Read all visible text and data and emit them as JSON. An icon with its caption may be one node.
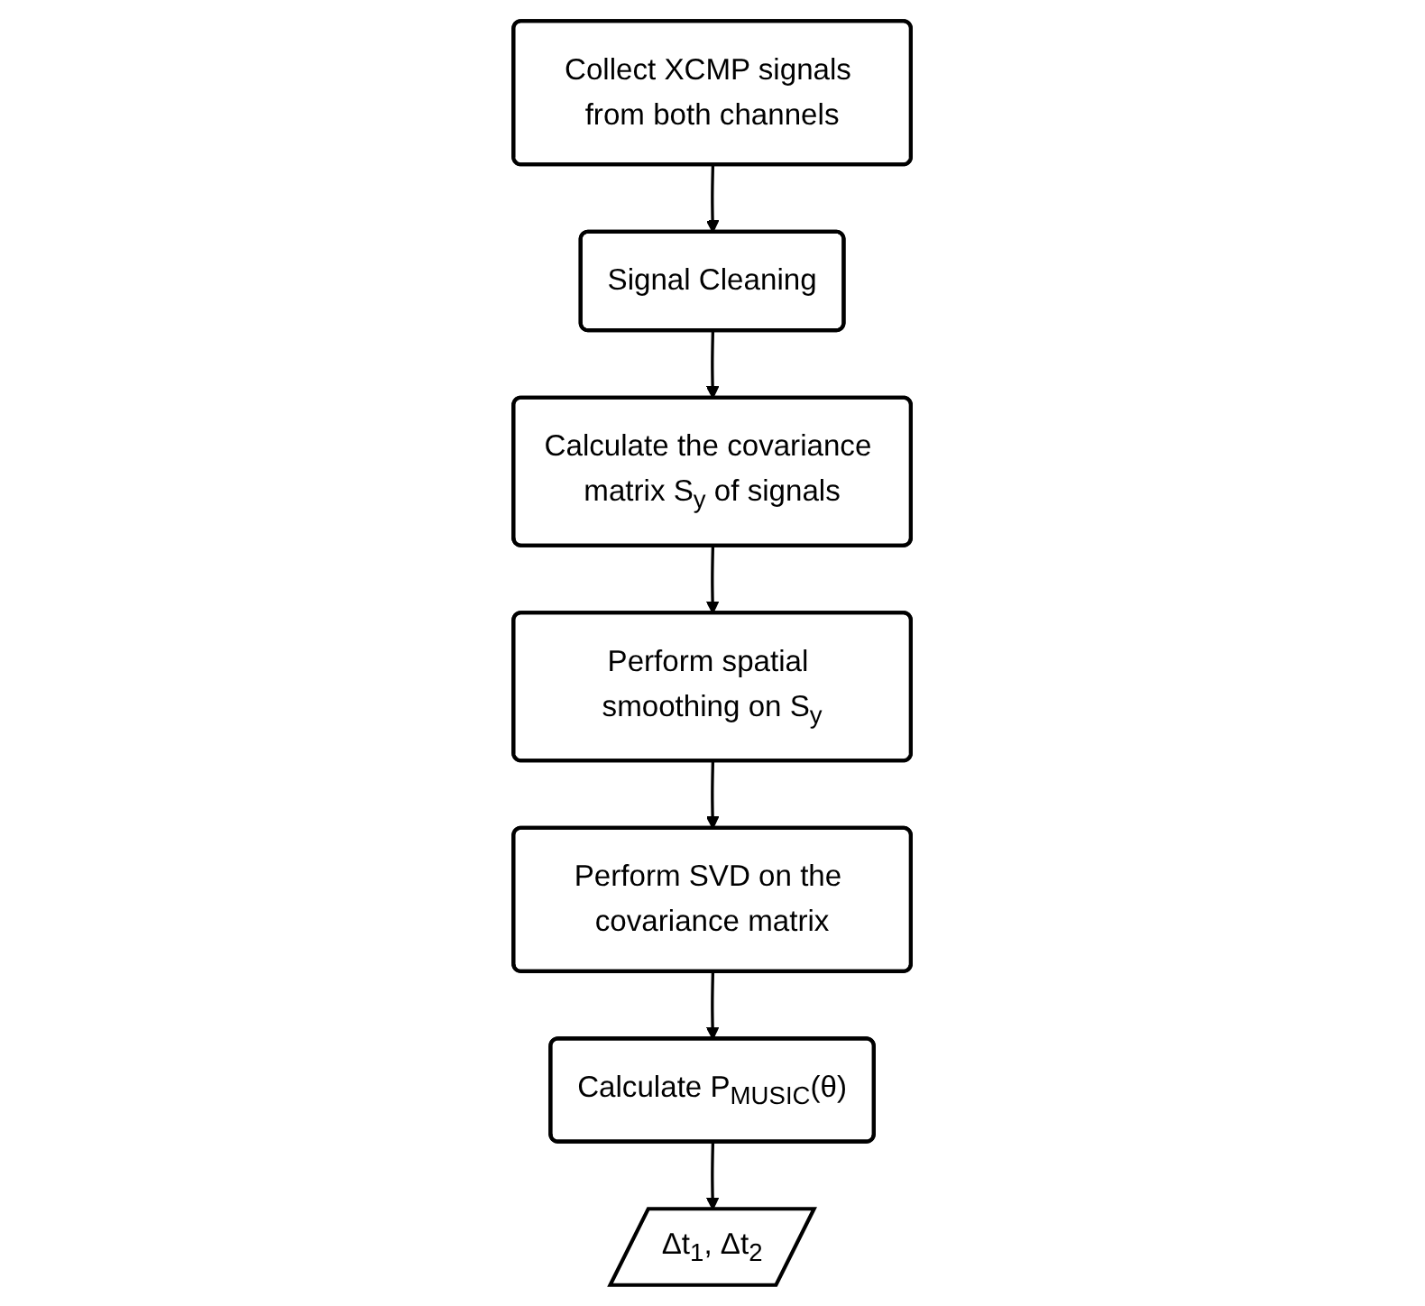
{
  "diagram": {
    "nodes": [
      {
        "text": [
          "Collect XCMP signals from both channels"
        ]
      },
      {
        "text": [
          "Signal Cleaning"
        ]
      },
      {
        "text": [
          "Calculate the covariance matrix S$_{y}$ of signals"
        ]
      },
      {
        "text": [
          "Perform spatial smoothing on S$_{y}$"
        ]
      },
      {
        "text": [
          "Perform SVD on the covariance matrix"
        ]
      },
      {
        "text": [
          "Calculate P$_{MUSIC}$(θ)"
        ]
      },
      {
        "text": [
          "Δt$_{1}$, Δt$_{2}$"
        ]
      }
    ],
    "edges": [
      {
        "from": 0,
        "to": 1,
        "arrow": "to"
      },
      {
        "from": 1,
        "to": 2,
        "arrow": "to"
      },
      {
        "from": 2,
        "to": 3,
        "arrow": "to"
      },
      {
        "from": 3,
        "to": 4,
        "arrow": "to"
      },
      {
        "from": 4,
        "to": 5,
        "arrow": "to"
      },
      {
        "from": 5,
        "to": 6,
        "arrow": "to"
      }
    ]
  }
}
